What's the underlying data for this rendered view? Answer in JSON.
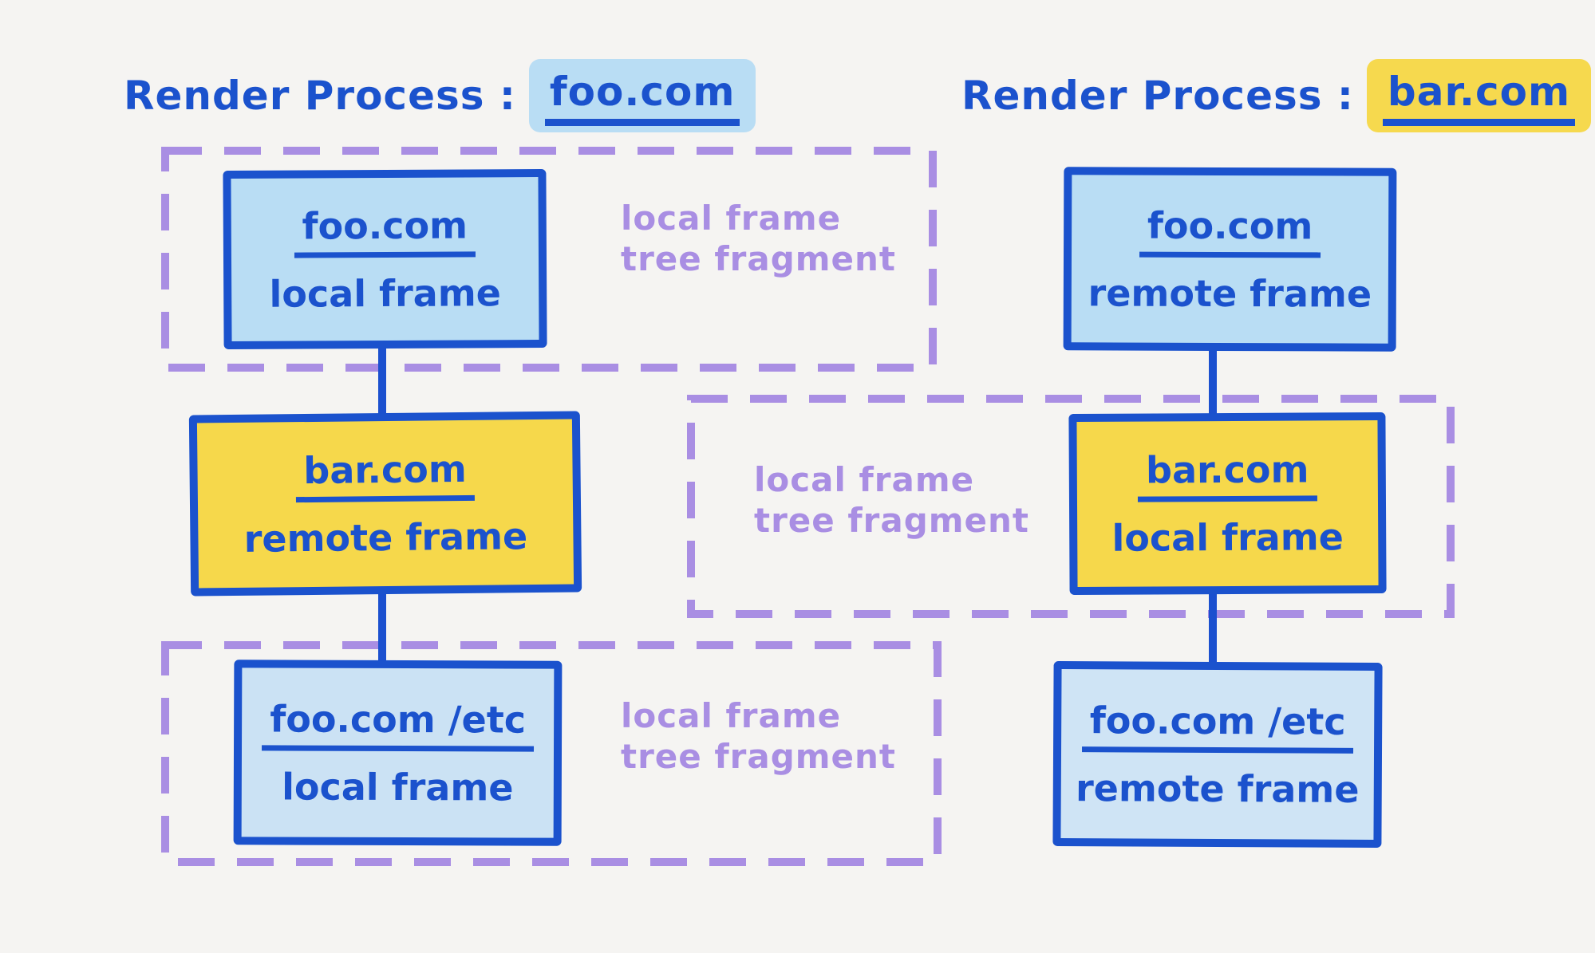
{
  "diagram": {
    "left_process": {
      "title_prefix": "Render Process :",
      "title_domain": "foo.com",
      "title_highlight_color": "#b9ddf4",
      "nodes": [
        {
          "domain": "foo.com",
          "frame_type": "local frame"
        },
        {
          "domain": "bar.com",
          "frame_type": "remote frame"
        },
        {
          "domain": "foo.com /etc",
          "frame_type": "local frame"
        }
      ],
      "fragment_labels": [
        {
          "line1": "local frame",
          "line2": "tree fragment"
        },
        {
          "line1": "local frame",
          "line2": "tree fragment"
        }
      ]
    },
    "right_process": {
      "title_prefix": "Render Process :",
      "title_domain": "bar.com",
      "title_highlight_color": "#f6d94e",
      "nodes": [
        {
          "domain": "foo.com",
          "frame_type": "remote frame"
        },
        {
          "domain": "bar.com",
          "frame_type": "local frame"
        },
        {
          "domain": "foo.com /etc",
          "frame_type": "remote frame"
        }
      ],
      "fragment_labels": [
        {
          "line1": "local frame",
          "line2": "tree fragment"
        }
      ]
    },
    "colors": {
      "ink_blue": "#1b52cd",
      "light_blue_fill": "#b9ddf4",
      "pale_blue_fill": "#cde4f5",
      "yellow_fill": "#f6d84b",
      "purple": "#a98ee3",
      "background": "#f5f4f2"
    }
  }
}
